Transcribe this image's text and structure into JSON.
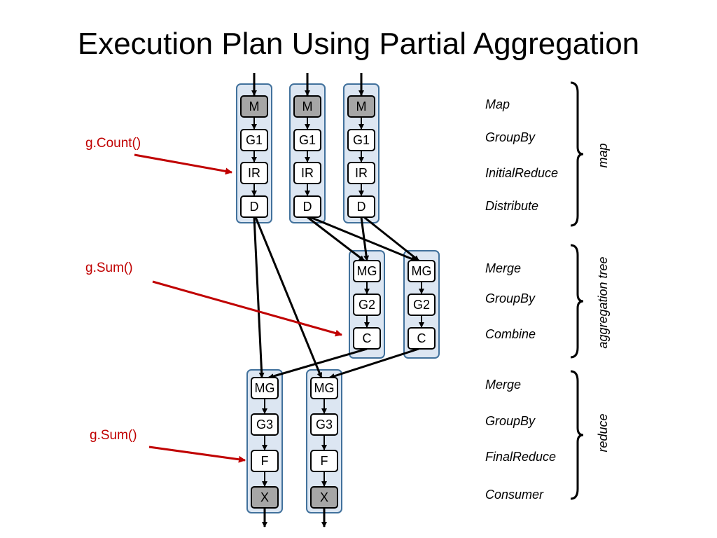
{
  "title": "Execution Plan Using Partial Aggregation",
  "colors": {
    "column_fill": "#dce6f2",
    "column_stroke": "#41719c",
    "shaded_node": "#a6a6a6",
    "annotation": "#c00000"
  },
  "map_columns": [
    {
      "nodes": [
        "M",
        "G1",
        "IR",
        "D"
      ]
    },
    {
      "nodes": [
        "M",
        "G1",
        "IR",
        "D"
      ]
    },
    {
      "nodes": [
        "M",
        "G1",
        "IR",
        "D"
      ]
    }
  ],
  "aggregation_columns": [
    {
      "nodes": [
        "MG",
        "G2",
        "C"
      ]
    },
    {
      "nodes": [
        "MG",
        "G2",
        "C"
      ]
    }
  ],
  "reduce_columns": [
    {
      "nodes": [
        "MG",
        "G3",
        "F",
        "X"
      ]
    },
    {
      "nodes": [
        "MG",
        "G3",
        "F",
        "X"
      ]
    }
  ],
  "stage_labels": {
    "map": [
      "Map",
      "GroupBy",
      "InitialReduce",
      "Distribute"
    ],
    "aggregation": [
      "Merge",
      "GroupBy",
      "Combine"
    ],
    "reduce": [
      "Merge",
      "GroupBy",
      "FinalReduce",
      "Consumer"
    ]
  },
  "phases": {
    "map": "map",
    "aggregation": "aggregation tree",
    "reduce": "reduce"
  },
  "annotations": [
    "g.Count()",
    "g.Sum()",
    "g.Sum()"
  ]
}
